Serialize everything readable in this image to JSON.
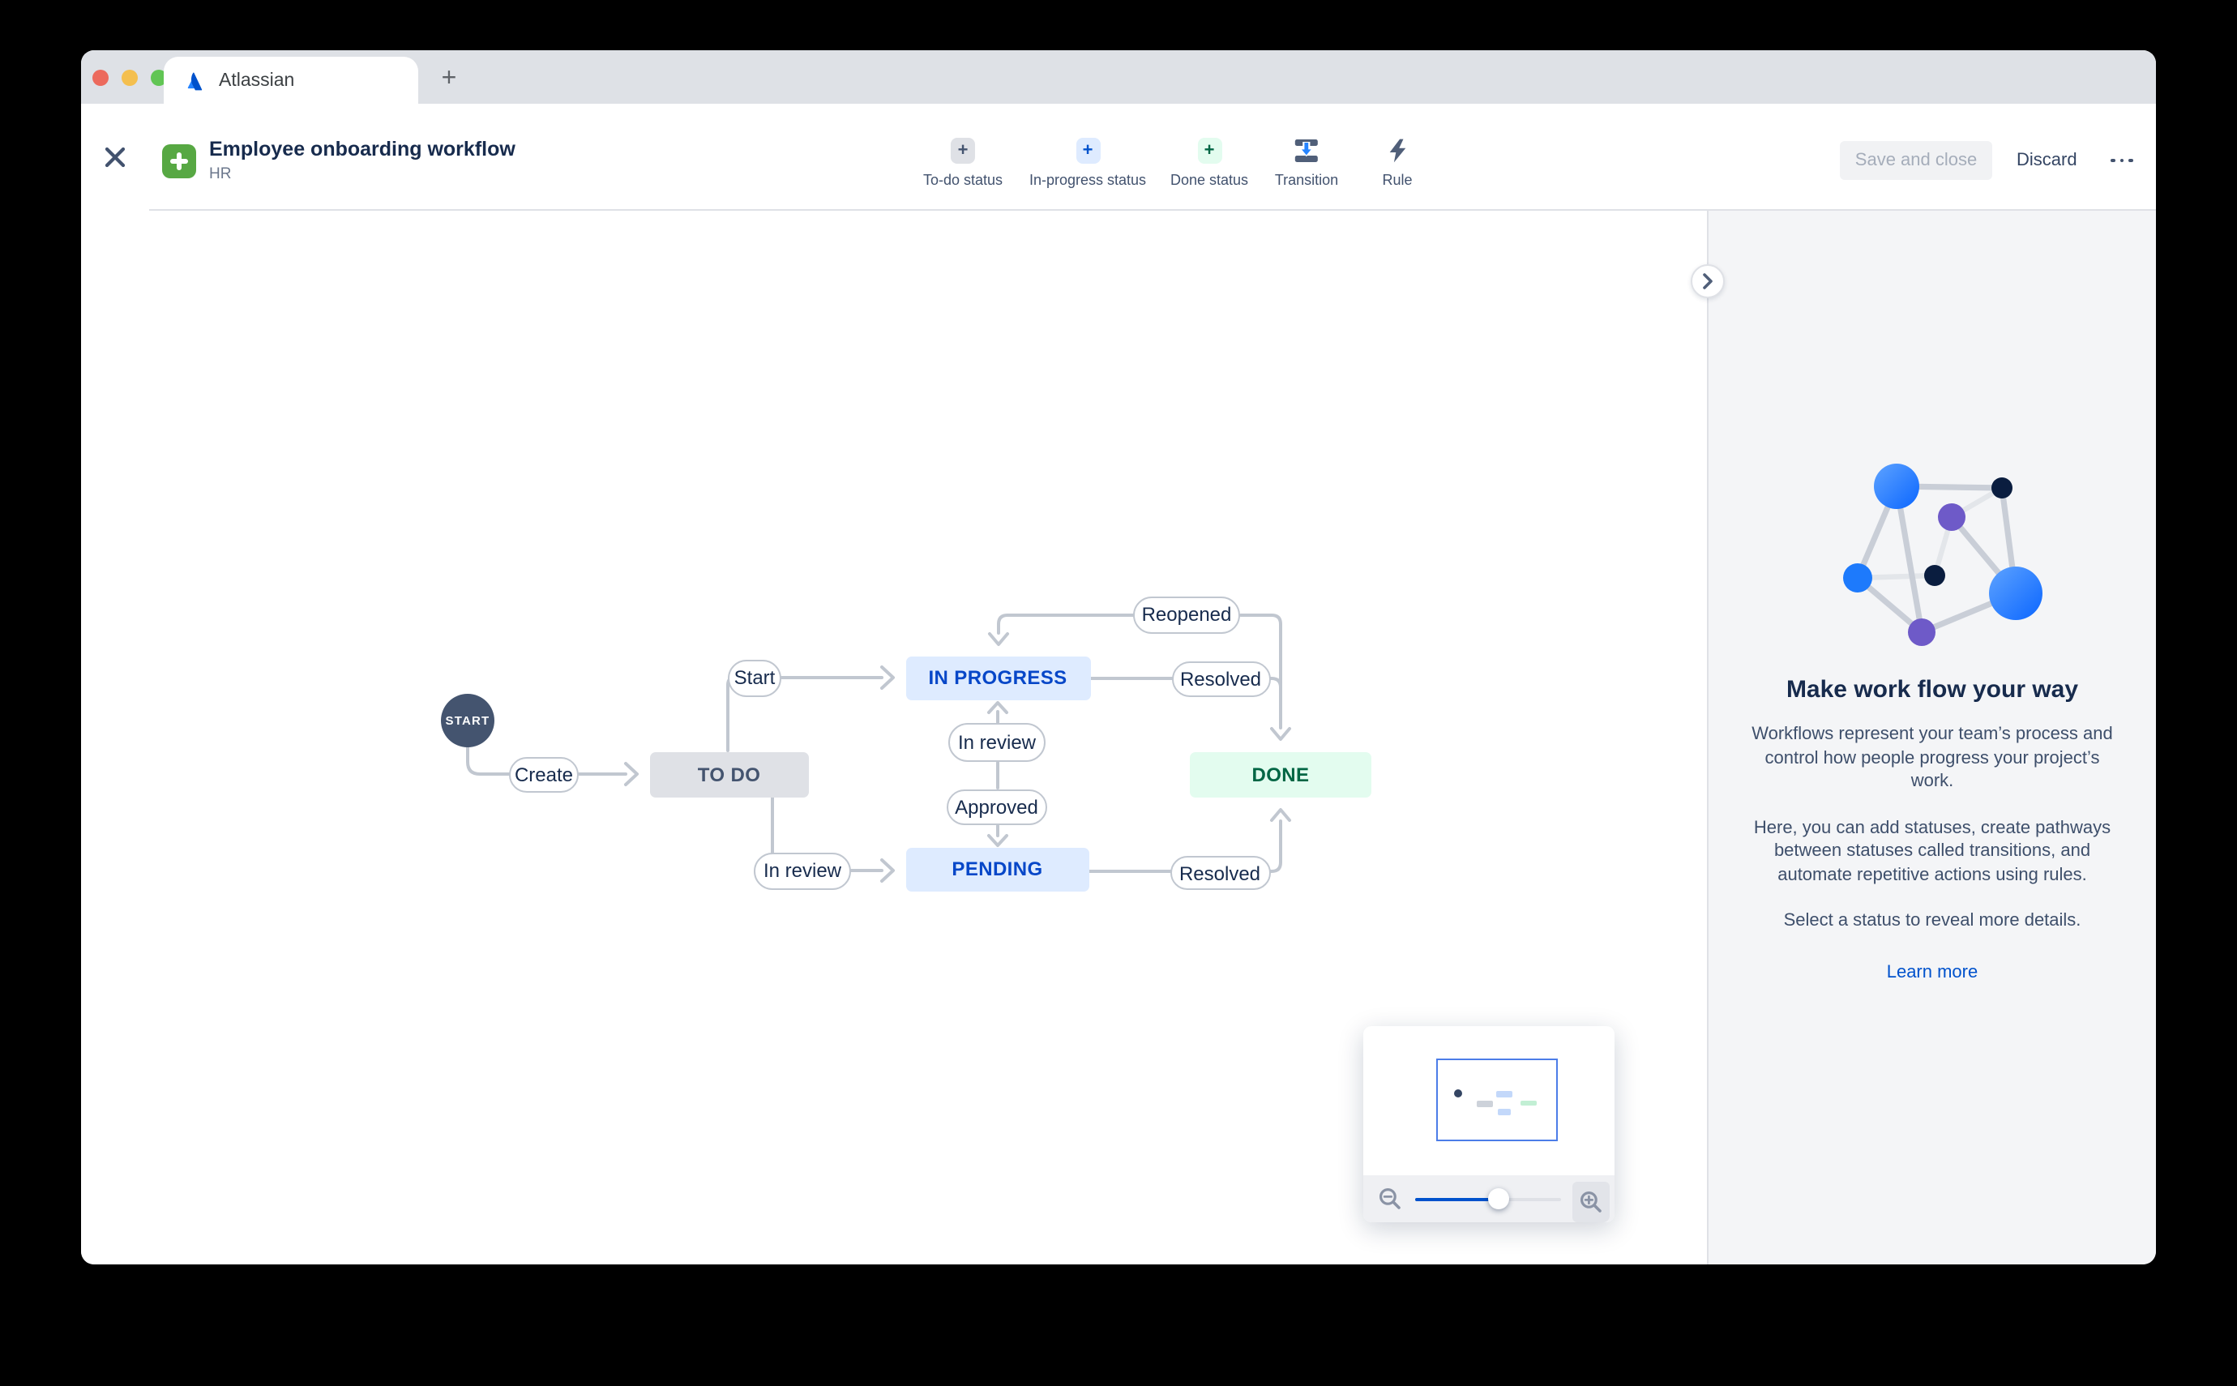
{
  "browser": {
    "tab_title": "Atlassian",
    "new_tab_glyph": "+"
  },
  "editor": {
    "title": "Employee onboarding workflow",
    "project": "HR",
    "toolbar": [
      {
        "label": "To-do status",
        "icon_glyph": "+",
        "chip_bg": "#DFE1E6",
        "chip_fg": "#42526E"
      },
      {
        "label": "In-progress status",
        "icon_glyph": "+",
        "chip_bg": "#DEEBFF",
        "chip_fg": "#0052CC"
      },
      {
        "label": "Done status",
        "icon_glyph": "+",
        "chip_bg": "#E3FCEF",
        "chip_fg": "#006644"
      },
      {
        "label": "Transition",
        "icon": "transition-icon"
      },
      {
        "label": "Rule",
        "icon": "lightning-icon"
      }
    ],
    "actions": {
      "save": "Save and close",
      "discard": "Discard"
    }
  },
  "workflow": {
    "start_label": "START",
    "statuses": [
      {
        "name": "TO DO",
        "category": "todo"
      },
      {
        "name": "IN PROGRESS",
        "category": "in-progress"
      },
      {
        "name": "PENDING",
        "category": "in-progress"
      },
      {
        "name": "DONE",
        "category": "done"
      }
    ],
    "transitions": [
      "Create",
      "Start",
      "In review",
      "Approved",
      "Reopened",
      "Resolved",
      "In review",
      "Resolved"
    ]
  },
  "panel": {
    "heading": "Make work flow your way",
    "paragraphs": [
      "Workflows represent your team’s process and control how people progress your project’s work.",
      "Here, you can add statuses, create pathways between statuses called transitions, and automate repetitive actions using rules.",
      "Select a status to reveal more details."
    ],
    "link": "Learn more"
  },
  "colors": {
    "accent_blue": "#0052CC",
    "todo_bg": "#DFE1E6",
    "in_progress_bg": "#DEEBFF",
    "in_progress_text": "#0747C8",
    "done_bg": "#E3FCEF",
    "done_text": "#006644",
    "connector_grey": "#C1C7D0",
    "start_node": "#44546F",
    "minimap_viewport_border": "#4C7DE8"
  }
}
